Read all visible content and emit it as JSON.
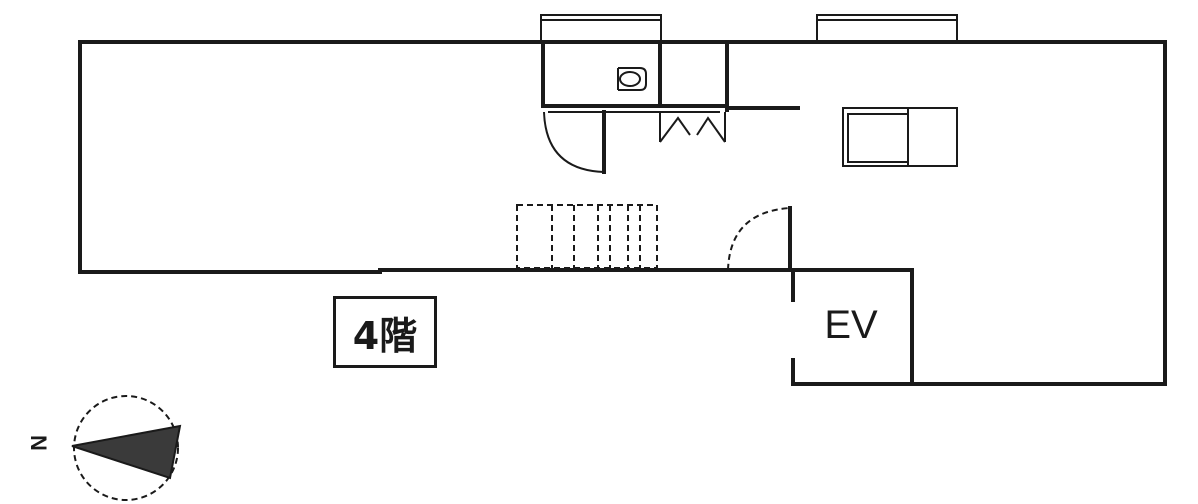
{
  "floor_label": "4階",
  "elevator_label": "EV",
  "compass": {
    "north_label": "N",
    "arrow_color": "#3a3a3a"
  },
  "colors": {
    "line": "#1a1a1a",
    "background": "#ffffff"
  }
}
